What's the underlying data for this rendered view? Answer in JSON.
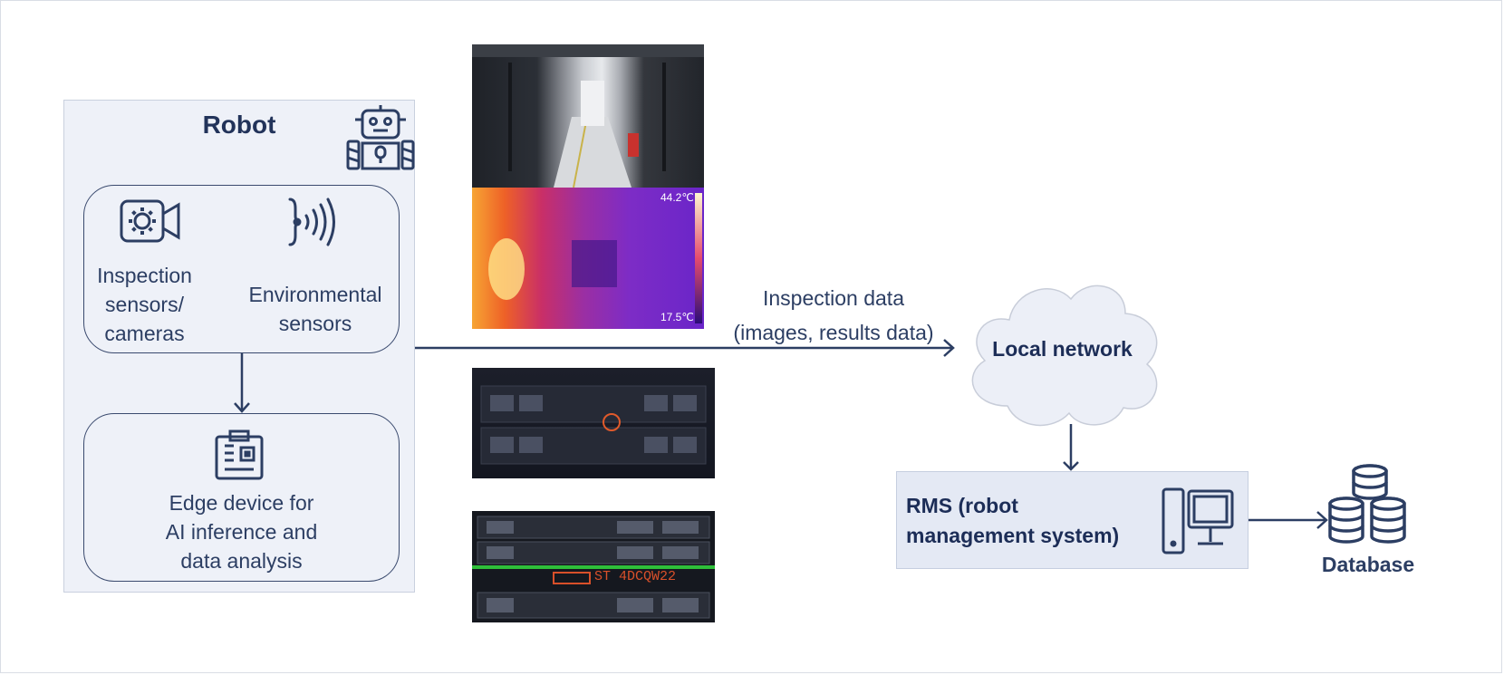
{
  "robot": {
    "title": "Robot",
    "sensors": [
      {
        "label": "Inspection\nsensors/\ncameras",
        "icon": "camera-gear-icon"
      },
      {
        "label": "Environmental\nsensors",
        "icon": "sound-wave-icon"
      }
    ],
    "edge": {
      "label": "Edge device for\nAI inference and\ndata analysis",
      "icon": "circuit-board-icon"
    },
    "icon": "robot-icon"
  },
  "images": {
    "thermal_high": "44.2℃",
    "thermal_low": "17.5℃",
    "server_text": "ST 4DCQW22"
  },
  "flow": {
    "inspection_label": "Inspection data\n(images, results data)"
  },
  "network": {
    "label": "Local network"
  },
  "rms": {
    "label": "RMS (robot\nmanagement system)",
    "icon": "computer-icon"
  },
  "database": {
    "label": "Database",
    "icon": "database-icon"
  },
  "colors": {
    "primary": "#2c3e63",
    "panel": "#eef1f8",
    "rms_fill": "#e4e9f4"
  }
}
